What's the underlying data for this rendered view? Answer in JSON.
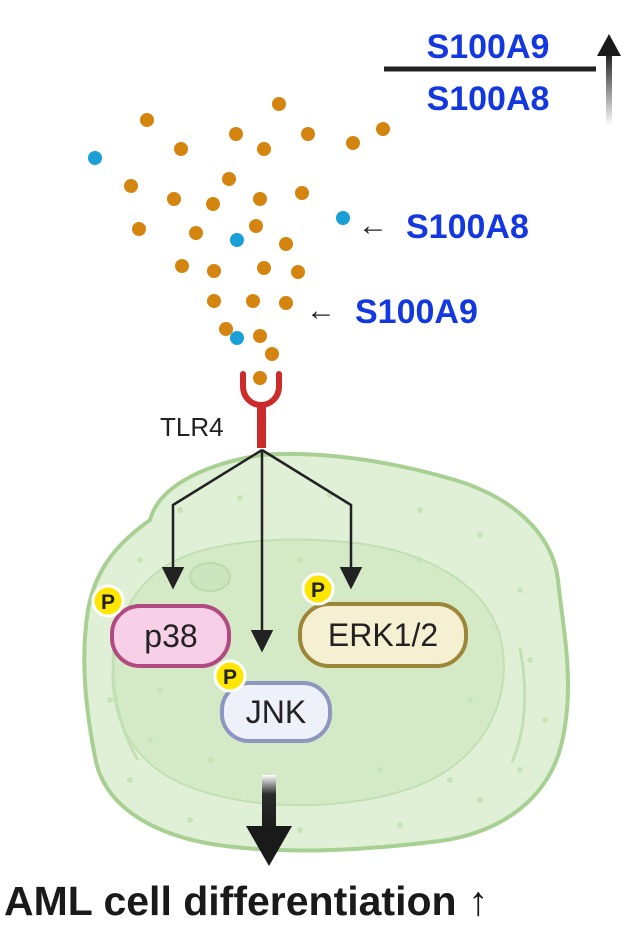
{
  "ratio": {
    "numerator": "S100A9",
    "denominator": "S100A8",
    "trend": "↑"
  },
  "legend": {
    "s100a8_label": "S100A8",
    "s100a9_label": "S100A9",
    "arrow": "←"
  },
  "receptor": {
    "label": "TLR4"
  },
  "kinases": {
    "p38": "p38",
    "jnk": "JNK",
    "erk": "ERK1/2",
    "phospho": "P"
  },
  "outcome": {
    "text": "AML cell differentiation",
    "trend": "↑"
  },
  "colors": {
    "s100a9_dot": "#d4850f",
    "s100a8_dot": "#1a9fd6",
    "label_blue": "#1438e0",
    "receptor": "#cc2b2b",
    "cell_fill": "#dff0d6",
    "cell_border": "#a8d092",
    "p38_fill": "#f7cfe6",
    "p38_border": "#b04a80",
    "jnk_fill": "#eef0fa",
    "jnk_border": "#8c96c0",
    "erk_fill": "#f5f0d2",
    "erk_border": "#9c8638",
    "phospho_fill": "#ffe600"
  }
}
